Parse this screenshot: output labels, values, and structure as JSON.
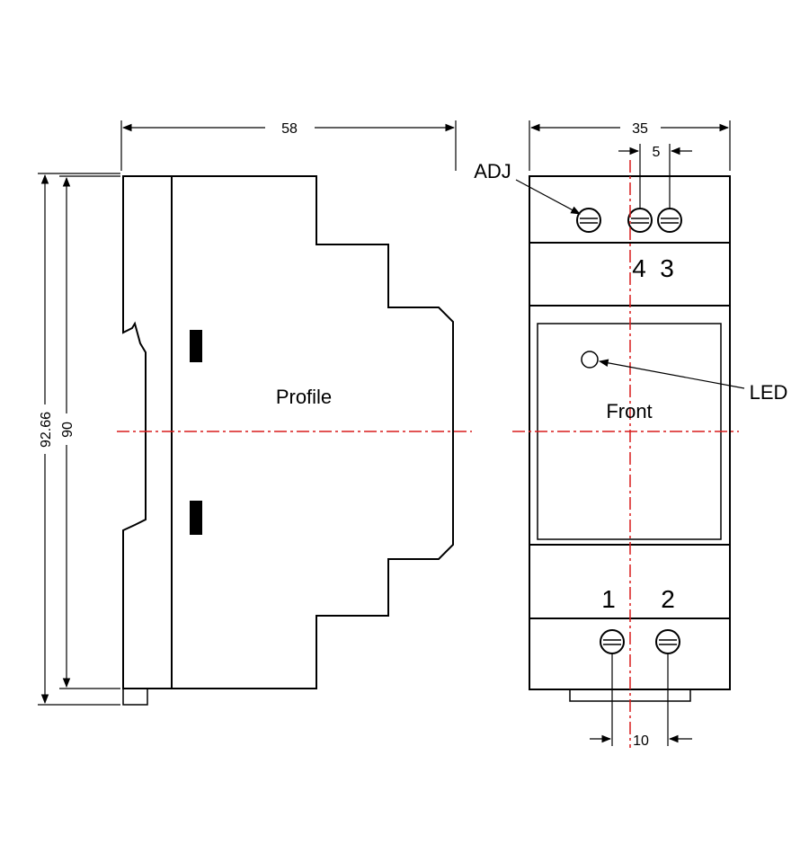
{
  "dimensions": {
    "width_profile": "58",
    "width_front": "35",
    "terminal_pitch_top": "5",
    "terminal_pitch_bottom": "10",
    "height_total": "92.66",
    "height_body": "90"
  },
  "labels": {
    "profile": "Profile",
    "front": "Front",
    "adj": "ADJ",
    "led": "LED"
  },
  "terminals": {
    "t4": "4",
    "t3": "3",
    "t1": "1",
    "t2": "2"
  },
  "colors": {
    "line": "#000000",
    "centerline": "#d81b1b"
  }
}
